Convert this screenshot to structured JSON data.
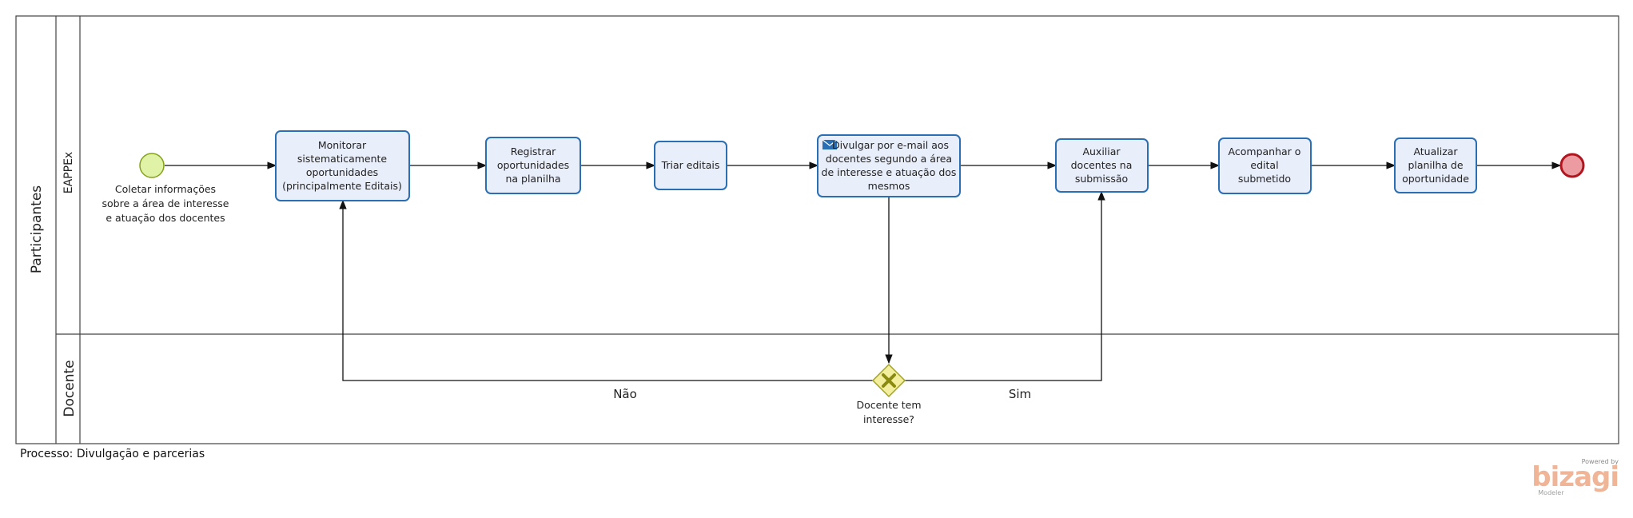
{
  "pool": {
    "label": "Participantes"
  },
  "lanes": [
    {
      "id": "eappex",
      "label": "EAPPEx"
    },
    {
      "id": "docente",
      "label": "Docente"
    }
  ],
  "start_event": {
    "label_lines": [
      "Coletar informações",
      "sobre a área de interesse",
      "e atuação dos docentes"
    ]
  },
  "tasks": [
    {
      "id": "monitorar",
      "lines": [
        "Monitorar",
        "sistematicamente",
        "oportunidades",
        "(principalmente Editais)"
      ]
    },
    {
      "id": "registrar",
      "lines": [
        "Registrar",
        "oportunidades",
        "na planilha"
      ]
    },
    {
      "id": "triar",
      "lines": [
        "Triar editais"
      ]
    },
    {
      "id": "divulgar",
      "lines": [
        "Divulgar por e-mail aos",
        "docentes segundo a área",
        "de interesse e atuação dos",
        "mesmos"
      ],
      "icon": "envelope-icon"
    },
    {
      "id": "auxiliar",
      "lines": [
        "Auxiliar",
        "docentes na",
        "submissão"
      ]
    },
    {
      "id": "acompanhar",
      "lines": [
        "Acompanhar o",
        "edital",
        "submetido"
      ]
    },
    {
      "id": "atualizar",
      "lines": [
        "Atualizar",
        "planilha de",
        "oportunidade"
      ]
    }
  ],
  "gateway": {
    "label_lines": [
      "Docente tem",
      "interesse?"
    ]
  },
  "flow_labels": {
    "no": "Não",
    "yes": "Sim"
  },
  "footer": {
    "process_caption": "Processo: Divulgação e parcerias"
  },
  "branding": {
    "powered": "Powered by",
    "name": "bizagi",
    "product": "Modeler"
  },
  "colors": {
    "task_fill": "#e9eefb",
    "task_stroke": "#2a6fb3",
    "start_fill": "#dff2a6",
    "start_stroke": "#84a11a",
    "end_fill": "#ec9ca0",
    "end_stroke": "#b1161f",
    "gateway_fill": "#f2ee9e",
    "gateway_stroke": "#a2a226",
    "gateway_mark": "#8a8a10"
  }
}
